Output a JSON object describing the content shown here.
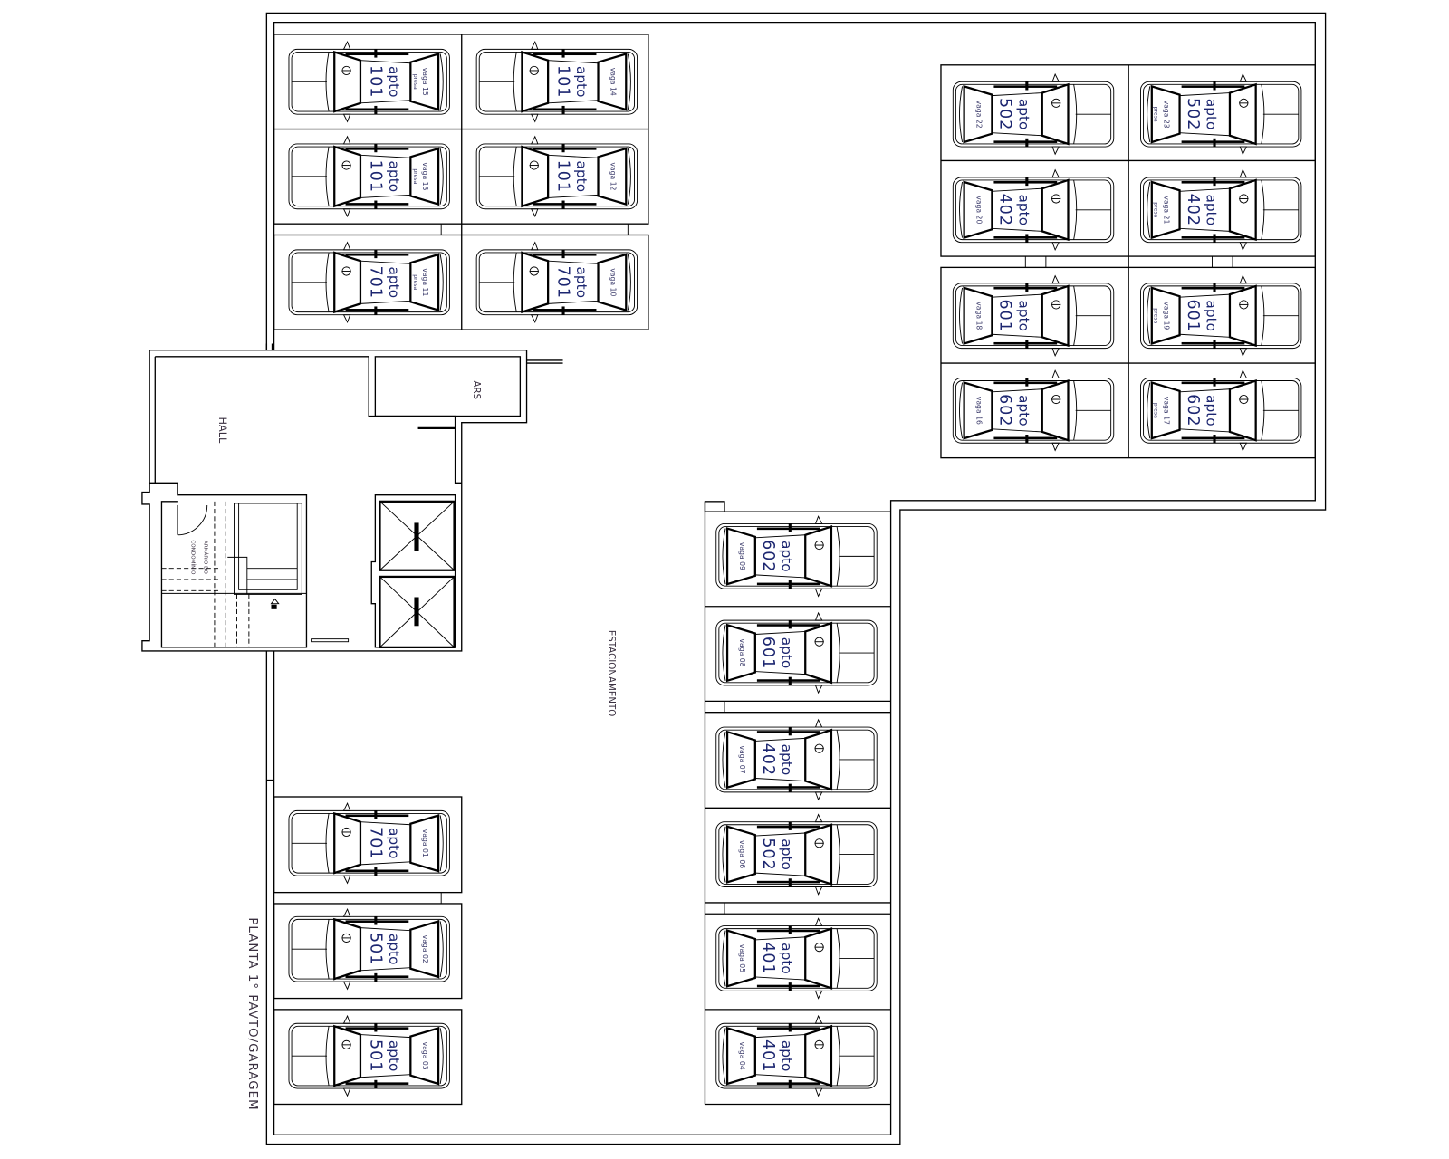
{
  "labels": {
    "hall": "HALL",
    "ars": "ARS",
    "armario_1": "ARMÁRIO DO",
    "armario_2": "CONDOMÍNIO",
    "estacionamento": "ESTACIONAMENTO",
    "plan_title": "PLANTA 1° PAVTO/GARAGEM"
  },
  "spaces": [
    {
      "apto": "apto",
      "unit": "101",
      "vaga": "vaga 15",
      "presa": "presa"
    },
    {
      "apto": "apto",
      "unit": "101",
      "vaga": "vaga 14",
      "presa": ""
    },
    {
      "apto": "apto",
      "unit": "101",
      "vaga": "vaga 13",
      "presa": "presa"
    },
    {
      "apto": "apto",
      "unit": "101",
      "vaga": "vaga 12",
      "presa": ""
    },
    {
      "apto": "apto",
      "unit": "701",
      "vaga": "vaga 11",
      "presa": "presa"
    },
    {
      "apto": "apto",
      "unit": "701",
      "vaga": "vaga 10",
      "presa": ""
    },
    {
      "apto": "apto",
      "unit": "502",
      "vaga": "vaga 22",
      "presa": ""
    },
    {
      "apto": "apto",
      "unit": "502",
      "vaga": "vaga 23",
      "presa": "presa"
    },
    {
      "apto": "apto",
      "unit": "402",
      "vaga": "vaga 20",
      "presa": ""
    },
    {
      "apto": "apto",
      "unit": "402",
      "vaga": "vaga 21",
      "presa": "presa"
    },
    {
      "apto": "apto",
      "unit": "601",
      "vaga": "vaga 18",
      "presa": ""
    },
    {
      "apto": "apto",
      "unit": "601",
      "vaga": "vaga 19",
      "presa": "presa"
    },
    {
      "apto": "apto",
      "unit": "602",
      "vaga": "vaga 16",
      "presa": ""
    },
    {
      "apto": "apto",
      "unit": "602",
      "vaga": "vaga 17",
      "presa": "presa"
    },
    {
      "apto": "apto",
      "unit": "602",
      "vaga": "vaga 09",
      "presa": ""
    },
    {
      "apto": "apto",
      "unit": "601",
      "vaga": "vaga 08",
      "presa": ""
    },
    {
      "apto": "apto",
      "unit": "402",
      "vaga": "vaga 07",
      "presa": ""
    },
    {
      "apto": "apto",
      "unit": "502",
      "vaga": "vaga 06",
      "presa": ""
    },
    {
      "apto": "apto",
      "unit": "401",
      "vaga": "vaga 05",
      "presa": ""
    },
    {
      "apto": "apto",
      "unit": "401",
      "vaga": "vaga 04",
      "presa": ""
    },
    {
      "apto": "apto",
      "unit": "701",
      "vaga": "vaga 01",
      "presa": ""
    },
    {
      "apto": "apto",
      "unit": "501",
      "vaga": "vaga 02",
      "presa": ""
    },
    {
      "apto": "apto",
      "unit": "501",
      "vaga": "vaga 03",
      "presa": ""
    }
  ]
}
